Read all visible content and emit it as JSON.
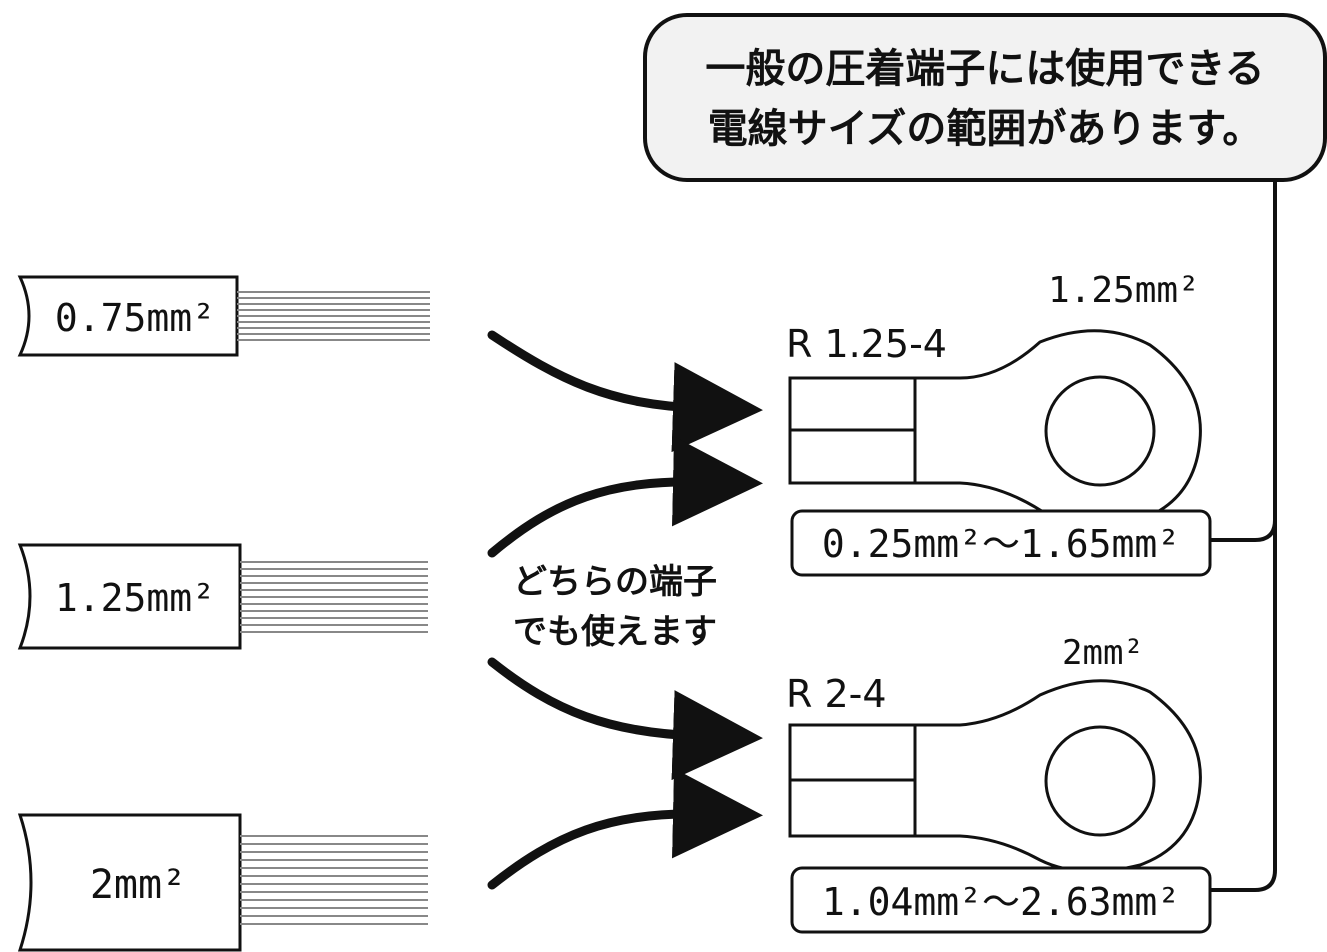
{
  "callout": {
    "line1": "一般の圧着端子には使用できる",
    "line2": "電線サイズの範囲があります。"
  },
  "wires": [
    {
      "label": "0.75mm²"
    },
    {
      "label": "1.25mm²"
    },
    {
      "label": "2mm²"
    }
  ],
  "middle_note": {
    "line1": "どちらの端子",
    "line2": "でも使えます"
  },
  "terminals": [
    {
      "model": "R 1.25-4",
      "nominal": "1.25mm²",
      "range": "0.25mm²～1.65mm²"
    },
    {
      "model": "R 2-4",
      "nominal": "2mm²",
      "range": "1.04mm²～2.63mm²"
    }
  ]
}
